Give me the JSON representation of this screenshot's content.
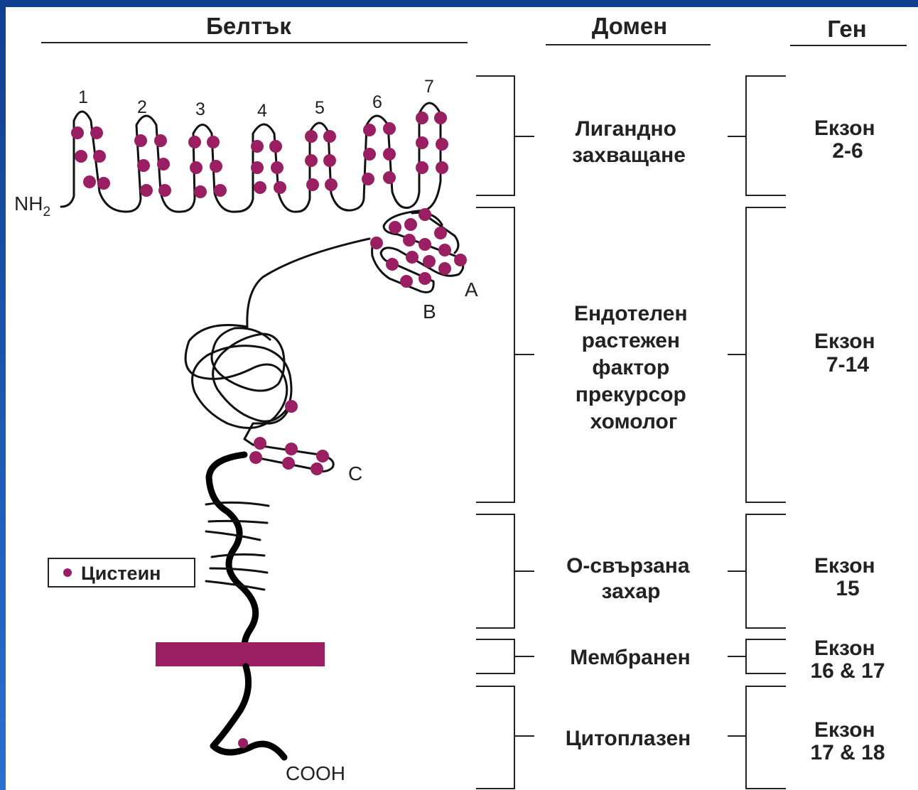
{
  "headers": {
    "protein": "Белтък",
    "domain": "Домен",
    "gene": "Ген"
  },
  "termini": {
    "n": "NH",
    "n_sub": "2",
    "c": "COOH"
  },
  "repeat_numbers": [
    "1",
    "2",
    "3",
    "4",
    "5",
    "6",
    "7"
  ],
  "egf_labels": {
    "a": "A",
    "b": "B",
    "c": "C"
  },
  "legend": {
    "label": "Цистеин"
  },
  "domains": [
    {
      "lines": [
        "Лигандно",
        "захващане"
      ]
    },
    {
      "lines": [
        "Ендотелен",
        "растежен",
        "фактор",
        "прекурсор",
        "хомолог"
      ]
    },
    {
      "lines": [
        "О-свързана",
        "захар"
      ]
    },
    {
      "lines": [
        "Мембранен"
      ]
    },
    {
      "lines": [
        "Цитоплазен"
      ]
    }
  ],
  "genes": [
    {
      "lines": [
        "Екзон",
        "2-6"
      ]
    },
    {
      "lines": [
        "Екзон",
        "7-14"
      ]
    },
    {
      "lines": [
        "Екзон",
        "15"
      ]
    },
    {
      "lines": [
        "Екзон",
        "16 & 17"
      ]
    },
    {
      "lines": [
        "Екзон",
        "17 & 18"
      ]
    }
  ],
  "colors": {
    "cysteine": "#9a1f62",
    "membrane": "#9a1f62",
    "border": "#1b4e9e"
  }
}
